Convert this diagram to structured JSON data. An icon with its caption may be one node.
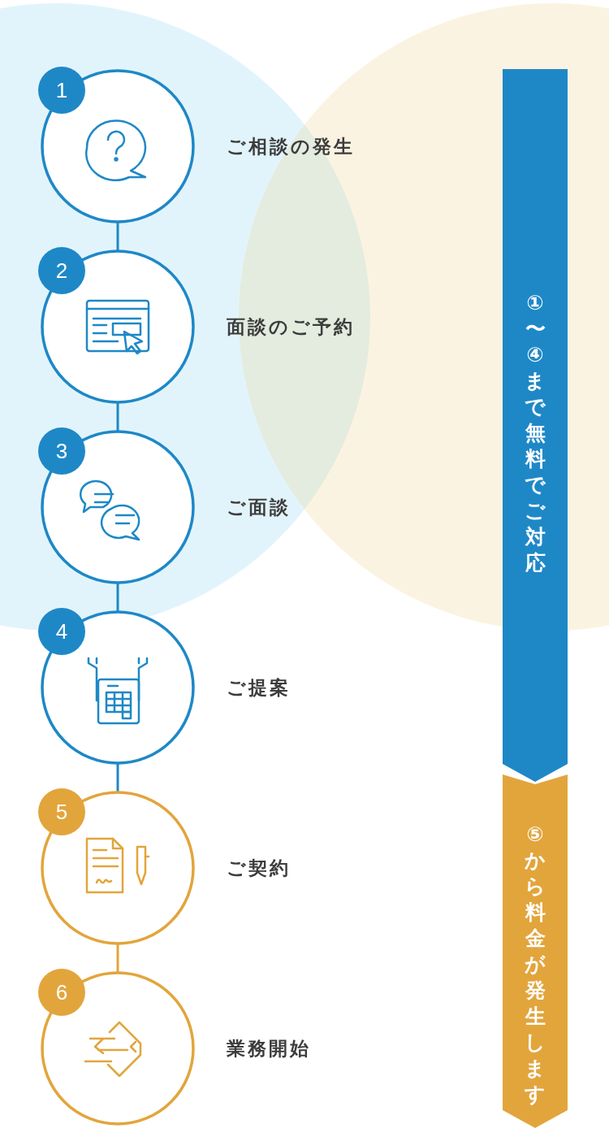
{
  "diagram": {
    "nodes": [
      {
        "text": [
          "1",
          "ご相談の発生"
        ]
      },
      {
        "text": [
          "2",
          "面談のご予約"
        ]
      },
      {
        "text": [
          "3",
          "ご面談"
        ]
      },
      {
        "text": [
          "4",
          "ご提案"
        ]
      },
      {
        "text": [
          "5",
          "ご契約"
        ]
      },
      {
        "text": [
          "6",
          "業務開始"
        ]
      },
      {
        "text": [
          "①〜④まで無料でご対応"
        ]
      },
      {
        "text": [
          "⑤から料金が発生します"
        ]
      }
    ],
    "edges": [
      {
        "from": 0,
        "to": 1,
        "arrow": "none"
      },
      {
        "from": 1,
        "to": 2,
        "arrow": "none"
      },
      {
        "from": 2,
        "to": 3,
        "arrow": "none"
      },
      {
        "from": 3,
        "to": 4,
        "arrow": "none"
      },
      {
        "from": 4,
        "to": 5,
        "arrow": "none",
        "color": "#e2a53c"
      }
    ]
  }
}
